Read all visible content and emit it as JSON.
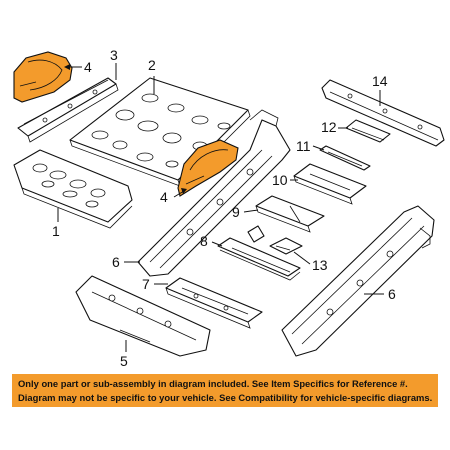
{
  "diagram": {
    "highlight_color": "#f39b2c",
    "callouts": [
      "1",
      "2",
      "3",
      "4",
      "4",
      "5",
      "6",
      "6",
      "7",
      "8",
      "9",
      "10",
      "11",
      "12",
      "13",
      "14"
    ]
  },
  "notice": {
    "line1": "Only one part or sub-assembly in diagram included. See Item Specifics for Reference #.",
    "line2": "Diagram may not be specific to your vehicle. See Compatibility for vehicle-specific diagrams.",
    "background": "#f39b2c"
  }
}
